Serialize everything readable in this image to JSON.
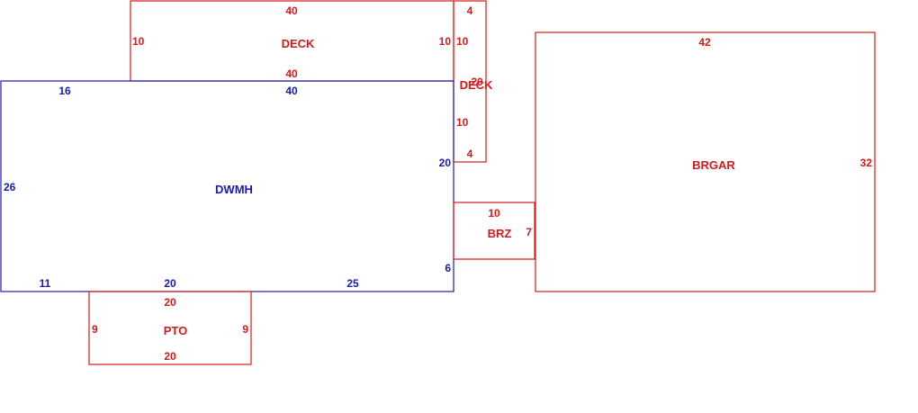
{
  "colors": {
    "red": "#d41a1a",
    "blue": "#1a1ab0",
    "background": "#ffffff"
  },
  "areas": {
    "deck_top": {
      "label": "DECK",
      "dims": {
        "top": "40",
        "bottom": "40",
        "left": "10",
        "right": "10"
      }
    },
    "deck_side": {
      "label": "DECK",
      "label_overlap": "20",
      "dims": {
        "top": "4",
        "upper": "10",
        "lower": "10",
        "bottom": "4"
      }
    },
    "dwmh": {
      "label": "DWMH",
      "dims": {
        "top_left": "16",
        "top_center": "40",
        "left": "26",
        "right": "20",
        "right_lower": "6",
        "bottom_left": "11",
        "bottom_center": "20",
        "bottom_right": "25"
      }
    },
    "pto": {
      "label": "PTO",
      "dims": {
        "top": "20",
        "bottom": "20",
        "left": "9",
        "right": "9"
      }
    },
    "brz": {
      "label": "BRZ",
      "dims": {
        "top": "10",
        "right": "7"
      }
    },
    "brgar": {
      "label": "BRGAR",
      "dims": {
        "top": "42",
        "right": "32"
      }
    }
  }
}
